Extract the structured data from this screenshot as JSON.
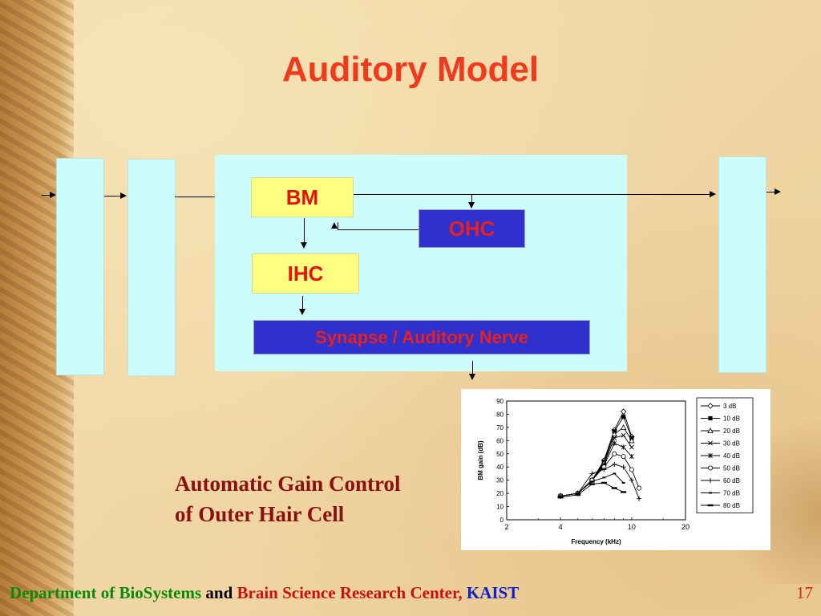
{
  "slide": {
    "title": "Auditory Model",
    "page_number": "17"
  },
  "diagram": {
    "bm_label": "BM",
    "ohc_label": "OHC",
    "ihc_label": "IHC",
    "synapse_label": "Synapse / Auditory Nerve"
  },
  "caption": {
    "line1": "Automatic Gain Control",
    "line2": "of Outer Hair Cell"
  },
  "footer": {
    "part1": "Department of BioSystems",
    "part2": " and ",
    "part3": "Brain Science Research Center, ",
    "part4": "KAIST",
    "color1": "#0a8a0a",
    "color2": "#000000",
    "color3": "#cc1010",
    "color4": "#1020cc"
  },
  "chart_data": {
    "type": "line",
    "xlabel": "Frequency (kHz)",
    "ylabel": "BM gain (dB)",
    "x_scale": "log",
    "xlim": [
      2,
      20
    ],
    "ylim": [
      0,
      90
    ],
    "x_ticks": [
      "2",
      "4",
      "10",
      "20"
    ],
    "y_ticks": [
      "0",
      "10",
      "20",
      "30",
      "40",
      "50",
      "60",
      "70",
      "80",
      "90"
    ],
    "legend_placement": "right",
    "series": [
      {
        "name": "3 dB",
        "marker": "diamond",
        "x": [
          4,
          5,
          6,
          7,
          8,
          9,
          10
        ],
        "y": [
          18,
          20,
          30,
          45,
          68,
          82,
          63
        ]
      },
      {
        "name": "10 dB",
        "marker": "square-filled",
        "x": [
          4,
          5,
          6,
          7,
          8,
          9,
          10
        ],
        "y": [
          18,
          20,
          30,
          44,
          67,
          78,
          62
        ]
      },
      {
        "name": "20 dB",
        "marker": "triangle",
        "x": [
          4,
          5,
          6,
          7,
          8,
          9,
          10
        ],
        "y": [
          18,
          20,
          30,
          43,
          65,
          70,
          60
        ]
      },
      {
        "name": "30 dB",
        "marker": "x",
        "x": [
          4,
          5,
          6,
          7,
          8,
          9,
          10
        ],
        "y": [
          18,
          20,
          30,
          42,
          62,
          64,
          55
        ]
      },
      {
        "name": "40 dB",
        "marker": "star",
        "x": [
          4,
          5,
          6,
          7,
          8,
          9,
          10
        ],
        "y": [
          18,
          20,
          30,
          41,
          58,
          55,
          48
        ]
      },
      {
        "name": "50 dB",
        "marker": "circle",
        "x": [
          4,
          5,
          6,
          7,
          8,
          9,
          10,
          11
        ],
        "y": [
          18,
          20,
          30,
          40,
          50,
          48,
          38,
          24
        ]
      },
      {
        "name": "60 dB",
        "marker": "plus",
        "x": [
          4,
          5,
          6,
          7,
          8,
          9,
          10,
          11
        ],
        "y": [
          18,
          20,
          35,
          38,
          42,
          40,
          30,
          16
        ]
      },
      {
        "name": "70 dB",
        "marker": "dash-small",
        "x": [
          4,
          5,
          6,
          7,
          8,
          9
        ],
        "y": [
          18,
          20,
          29,
          32,
          35,
          28
        ]
      },
      {
        "name": "80 dB",
        "marker": "dash-large",
        "x": [
          4,
          5,
          6,
          7,
          8,
          9
        ],
        "y": [
          17,
          19,
          27,
          28,
          24,
          21
        ]
      }
    ]
  }
}
